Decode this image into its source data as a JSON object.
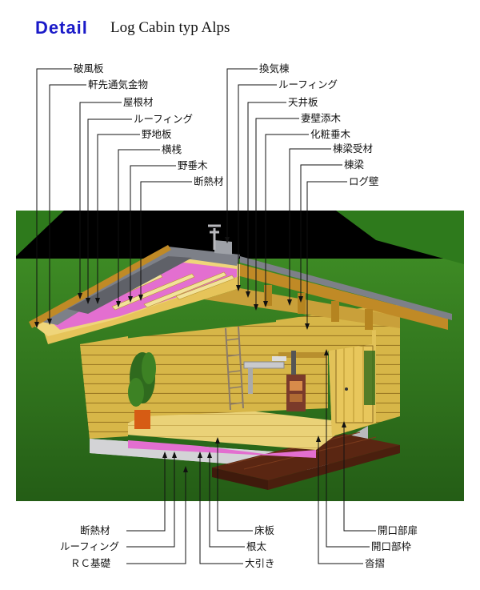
{
  "header": {
    "title": "Detail",
    "subtitle": "Log Cabin typ Alps"
  },
  "labels_top_left": [
    "破風板",
    "軒先通気金物",
    "屋根材",
    "ルーフィング",
    "野地板",
    "横桟",
    "野垂木",
    "断熱材"
  ],
  "labels_top_right": [
    "換気棟",
    "ルーフィング",
    "天井板",
    "妻壁添木",
    "化粧垂木",
    "棟梁受材",
    "棟梁",
    "ログ壁"
  ],
  "labels_bottom_left": [
    "断熱材",
    "ルーフィング",
    "ＲＣ基礎"
  ],
  "labels_bottom_mid": [
    "床板",
    "根太",
    "大引き"
  ],
  "labels_bottom_right": [
    "開口部扉",
    "開口部枠",
    "沓摺"
  ],
  "colors": {
    "title": "#1a1ac8",
    "log_wall": "#d9b84a",
    "insulation": "#e36fd0",
    "roof": "#7d8088",
    "grass": "#2f7a1e",
    "sky": "#000000"
  }
}
